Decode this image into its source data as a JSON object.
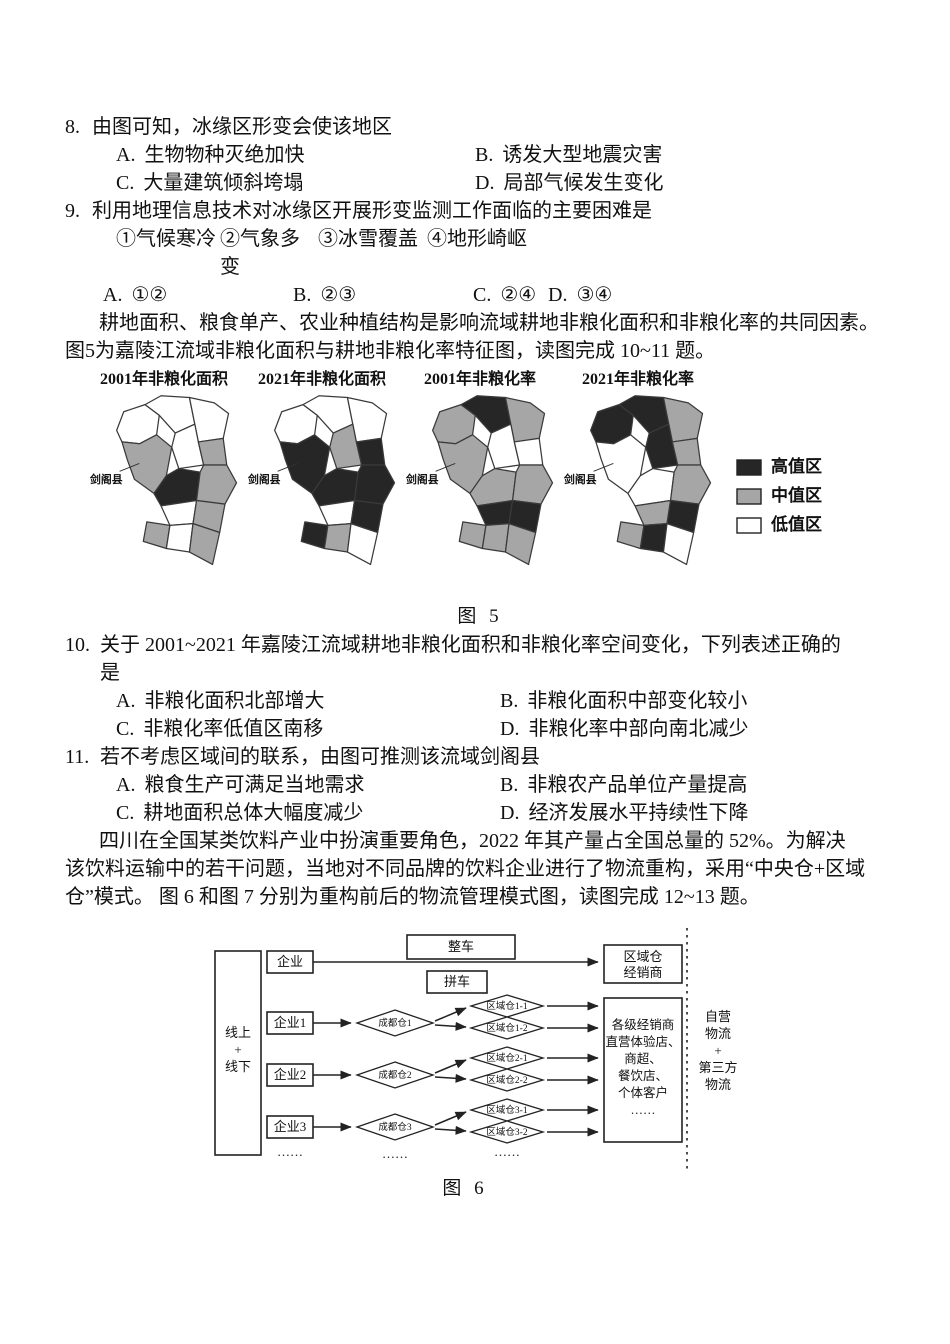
{
  "questions": {
    "q8": {
      "number": "8.",
      "stem": "由图可知，冰缘区形变会使该地区",
      "options": [
        {
          "label": "A.",
          "text": "生物物种灭绝加快"
        },
        {
          "label": "B.",
          "text": "诱发大型地震灾害"
        },
        {
          "label": "C.",
          "text": "大量建筑倾斜垮塌"
        },
        {
          "label": "D.",
          "text": "局部气候发生变化"
        }
      ]
    },
    "q9": {
      "number": "9.",
      "stem": "利用地理信息技术对冰缘区开展形变监测工作面临的主要困难是",
      "sub_options": [
        "①气候寒冷",
        "②气象多变",
        "③冰雪覆盖",
        "④地形崎岖"
      ],
      "options": [
        {
          "label": "A.",
          "text": "①②"
        },
        {
          "label": "B.",
          "text": "②③"
        },
        {
          "label": "C.",
          "text": "②④"
        },
        {
          "label": "D.",
          "text": "③④"
        }
      ]
    },
    "q10": {
      "number": "10.",
      "stem_line1": "关于 2001~2021 年嘉陵江流域耕地非粮化面积和非粮化率空间变化，下列表述正确的",
      "stem_line2": "是",
      "options": [
        {
          "label": "A.",
          "text": "非粮化面积北部增大"
        },
        {
          "label": "B.",
          "text": "非粮化面积中部变化较小"
        },
        {
          "label": "C.",
          "text": "非粮化率低值区南移"
        },
        {
          "label": "D.",
          "text": "非粮化率中部向南北减少"
        }
      ]
    },
    "q11": {
      "number": "11.",
      "stem": "若不考虑区域间的联系，由图可推测该流域剑阁县",
      "options": [
        {
          "label": "A.",
          "text": "粮食生产可满足当地需求"
        },
        {
          "label": "B.",
          "text": "非粮农产品单位产量提高"
        },
        {
          "label": "C.",
          "text": "耕地面积总体大幅度减少"
        },
        {
          "label": "D.",
          "text": "经济发展水平持续性下降"
        }
      ]
    }
  },
  "passages": {
    "p1_line1": "耕地面积、粮食单产、农业种植结构是影响流域耕地非粮化面积和非粮化率的共同因素。",
    "p1_line2": "图5为嘉陵江流域非粮化面积与耕地非粮化率特征图，读图完成 10~11 题。",
    "p2_line1": "四川在全国某类饮料产业中扮演重要角色，2022 年其产量占全国总量的 52%。为解决",
    "p2_line2": "该饮料运输中的若干问题，当地对不同品牌的饮料企业进行了物流重构，采用“中央仓+区域",
    "p2_line3": "仓”模式。 图 6 和图 7 分别为重构前后的物流管理模式图，读图完成 12~13 题。"
  },
  "figure5": {
    "caption": "图 5",
    "colors": {
      "high": "#262626",
      "mid": "#a6a6a6",
      "low": "#ffffff"
    },
    "legend": [
      {
        "label": "高值区",
        "color": "#262626"
      },
      {
        "label": "中值区",
        "color": "#a6a6a6"
      },
      {
        "label": "低值区",
        "color": "#ffffff"
      }
    ],
    "maps": [
      {
        "title": "2001年非粮化面积",
        "label": "剑阁县",
        "fills": {
          "nw": "low",
          "n": "low",
          "ne": "low",
          "jg": "mid",
          "cn": "low",
          "c": "high",
          "ce": "mid",
          "e": "mid",
          "cs": "low",
          "es": "mid",
          "sw": "mid",
          "s": "low",
          "se": "mid"
        }
      },
      {
        "title": "2021年非粮化面积",
        "label": "剑阁县",
        "fills": {
          "nw": "low",
          "n": "low",
          "ne": "low",
          "jg": "high",
          "cn": "mid",
          "c": "high",
          "ce": "high",
          "e": "high",
          "cs": "low",
          "es": "high",
          "sw": "high",
          "s": "mid",
          "se": "low"
        }
      },
      {
        "title": "2001年非粮化率",
        "label": "剑阁县",
        "fills": {
          "nw": "mid",
          "n": "high",
          "ne": "mid",
          "jg": "mid",
          "cn": "low",
          "c": "mid",
          "ce": "low",
          "e": "mid",
          "cs": "high",
          "es": "high",
          "sw": "mid",
          "s": "mid",
          "se": "mid"
        }
      },
      {
        "title": "2021年非粮化率",
        "label": "剑阁县",
        "fills": {
          "nw": "high",
          "n": "high",
          "ne": "mid",
          "jg": "low",
          "cn": "high",
          "c": "low",
          "ce": "mid",
          "e": "mid",
          "cs": "mid",
          "es": "high",
          "sw": "mid",
          "s": "high",
          "se": "low"
        }
      }
    ]
  },
  "figure6": {
    "caption": "图 6",
    "left_box_lines": [
      "线上",
      "+",
      "线下"
    ],
    "top": {
      "enterprise": "企业",
      "full_truck": "整车",
      "carpool": "拼车",
      "regional_dealer_line1": "区域仓",
      "regional_dealer_line2": "经销商"
    },
    "rows": [
      {
        "enterprise": "企业1",
        "hub": "成都仓1",
        "regional1": "区域仓1-1",
        "regional2": "区域仓1-2",
        "dots": "……"
      },
      {
        "enterprise": "企业2",
        "hub": "成都仓2",
        "regional1": "区域仓2-1",
        "regional2": "区域仓2-2",
        "dots": "……"
      },
      {
        "enterprise": "企业3",
        "hub": "成都仓3",
        "regional1": "区域仓3-1",
        "regional2": "区域仓3-2",
        "dots": "……"
      }
    ],
    "ellipsis_enterprise": "……",
    "ellipsis_hub": "……",
    "dest_box_lines": [
      "各级经销商",
      "直营体验店、",
      "商超、",
      "餐饮店、",
      "个体客户",
      "……"
    ],
    "logistics_lines": [
      "自营",
      "物流",
      "+",
      "第三方",
      "物流"
    ]
  }
}
